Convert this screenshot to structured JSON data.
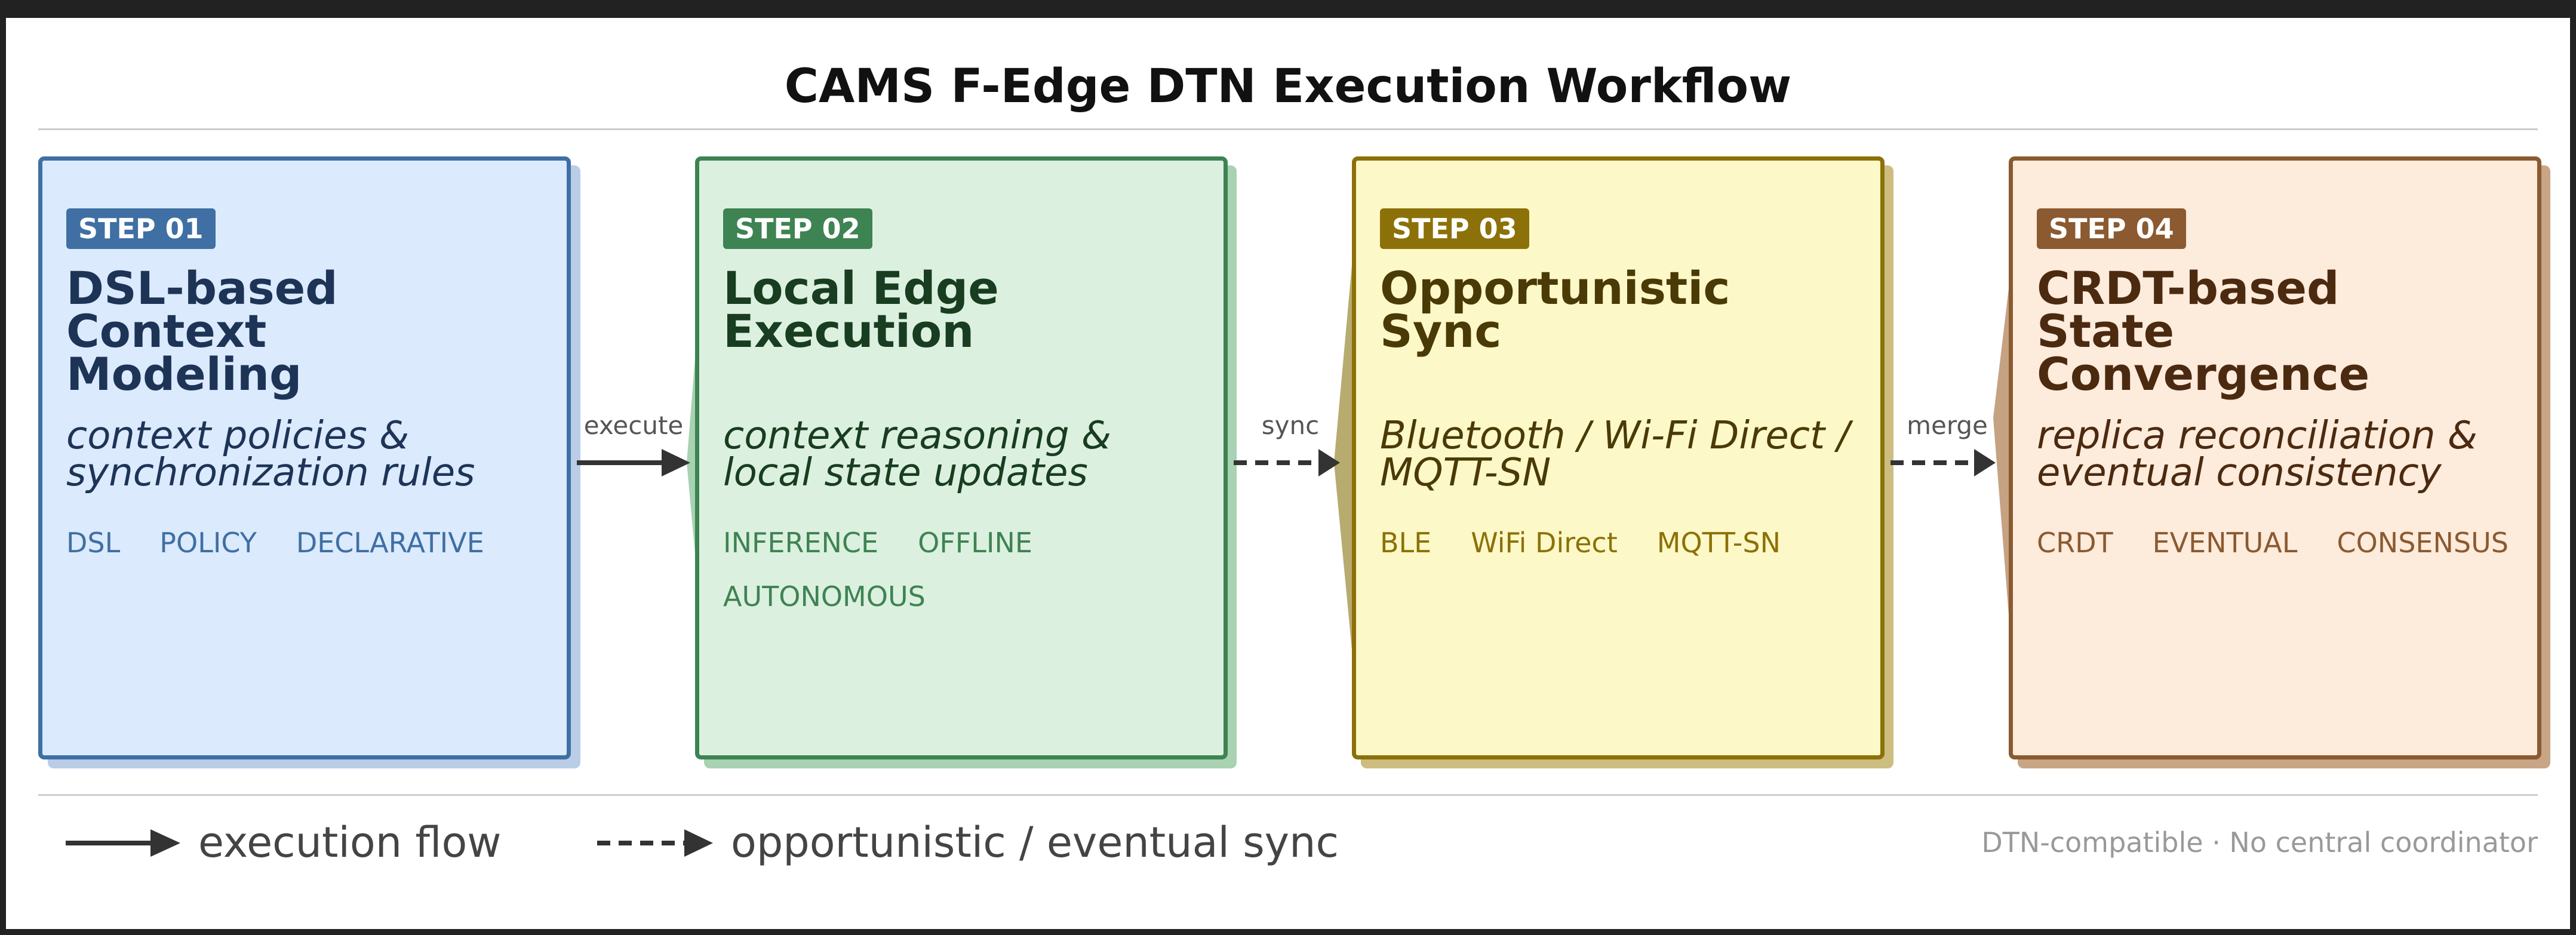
{
  "title": "CAMS F-Edge DTN Execution Workflow",
  "steps": [
    {
      "badge": "STEP 01",
      "title": [
        "DSL-based",
        "Context",
        "Modeling"
      ],
      "desc": [
        "context policies &",
        "synchronization rules"
      ],
      "tags": [
        "DSL",
        "POLICY",
        "DECLARATIVE"
      ],
      "color": "#3f6fa3"
    },
    {
      "badge": "STEP 02",
      "title": [
        "Local Edge",
        "Execution"
      ],
      "desc": [
        "context reasoning &",
        "local state updates"
      ],
      "tags": [
        "INFERENCE",
        "OFFLINE",
        "AUTONOMOUS"
      ],
      "color": "#3e8352"
    },
    {
      "badge": "STEP 03",
      "title": [
        "Opportunistic",
        "Sync"
      ],
      "desc": [
        "Bluetooth / Wi-Fi Direct /",
        "MQTT-SN"
      ],
      "tags": [
        "BLE",
        "WiFi Direct",
        "MQTT-SN"
      ],
      "color": "#8c7108"
    },
    {
      "badge": "STEP 04",
      "title": [
        "CRDT-based",
        "State",
        "Convergence"
      ],
      "desc": [
        "replica reconciliation &",
        "eventual consistency"
      ],
      "tags": [
        "CRDT",
        "EVENTUAL",
        "CONSENSUS"
      ],
      "color": "#8b5a30"
    }
  ],
  "connectors": [
    {
      "label": "execute",
      "style": "solid"
    },
    {
      "label": "sync",
      "style": "dashed"
    },
    {
      "label": "merge",
      "style": "dashed"
    }
  ],
  "legend": {
    "solid_label": "execution flow",
    "dashed_label": "opportunistic / eventual sync"
  },
  "footnote": "DTN-compatible · No central coordinator"
}
